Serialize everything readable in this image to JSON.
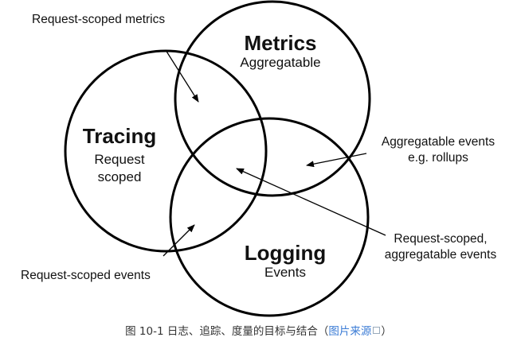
{
  "diagram": {
    "circles": {
      "metrics": {
        "title": "Metrics",
        "subtitle": "Aggregatable"
      },
      "tracing": {
        "title": "Tracing",
        "subtitle_line1": "Request",
        "subtitle_line2": "scoped"
      },
      "logging": {
        "title": "Logging",
        "subtitle": "Events"
      }
    },
    "annotations": {
      "request_scoped_metrics": "Request-scoped metrics",
      "aggregatable_events_line1": "Aggregatable events",
      "aggregatable_events_line2": "e.g. rollups",
      "request_scoped_aggregatable_line1": "Request-scoped,",
      "request_scoped_aggregatable_line2": "aggregatable events",
      "request_scoped_events": "Request-scoped events"
    }
  },
  "caption": {
    "text": "图 10-1 日志、追踪、度量的目标与结合（",
    "link_text": "图片来源",
    "link_icon": "external-link-icon",
    "close": "）"
  }
}
